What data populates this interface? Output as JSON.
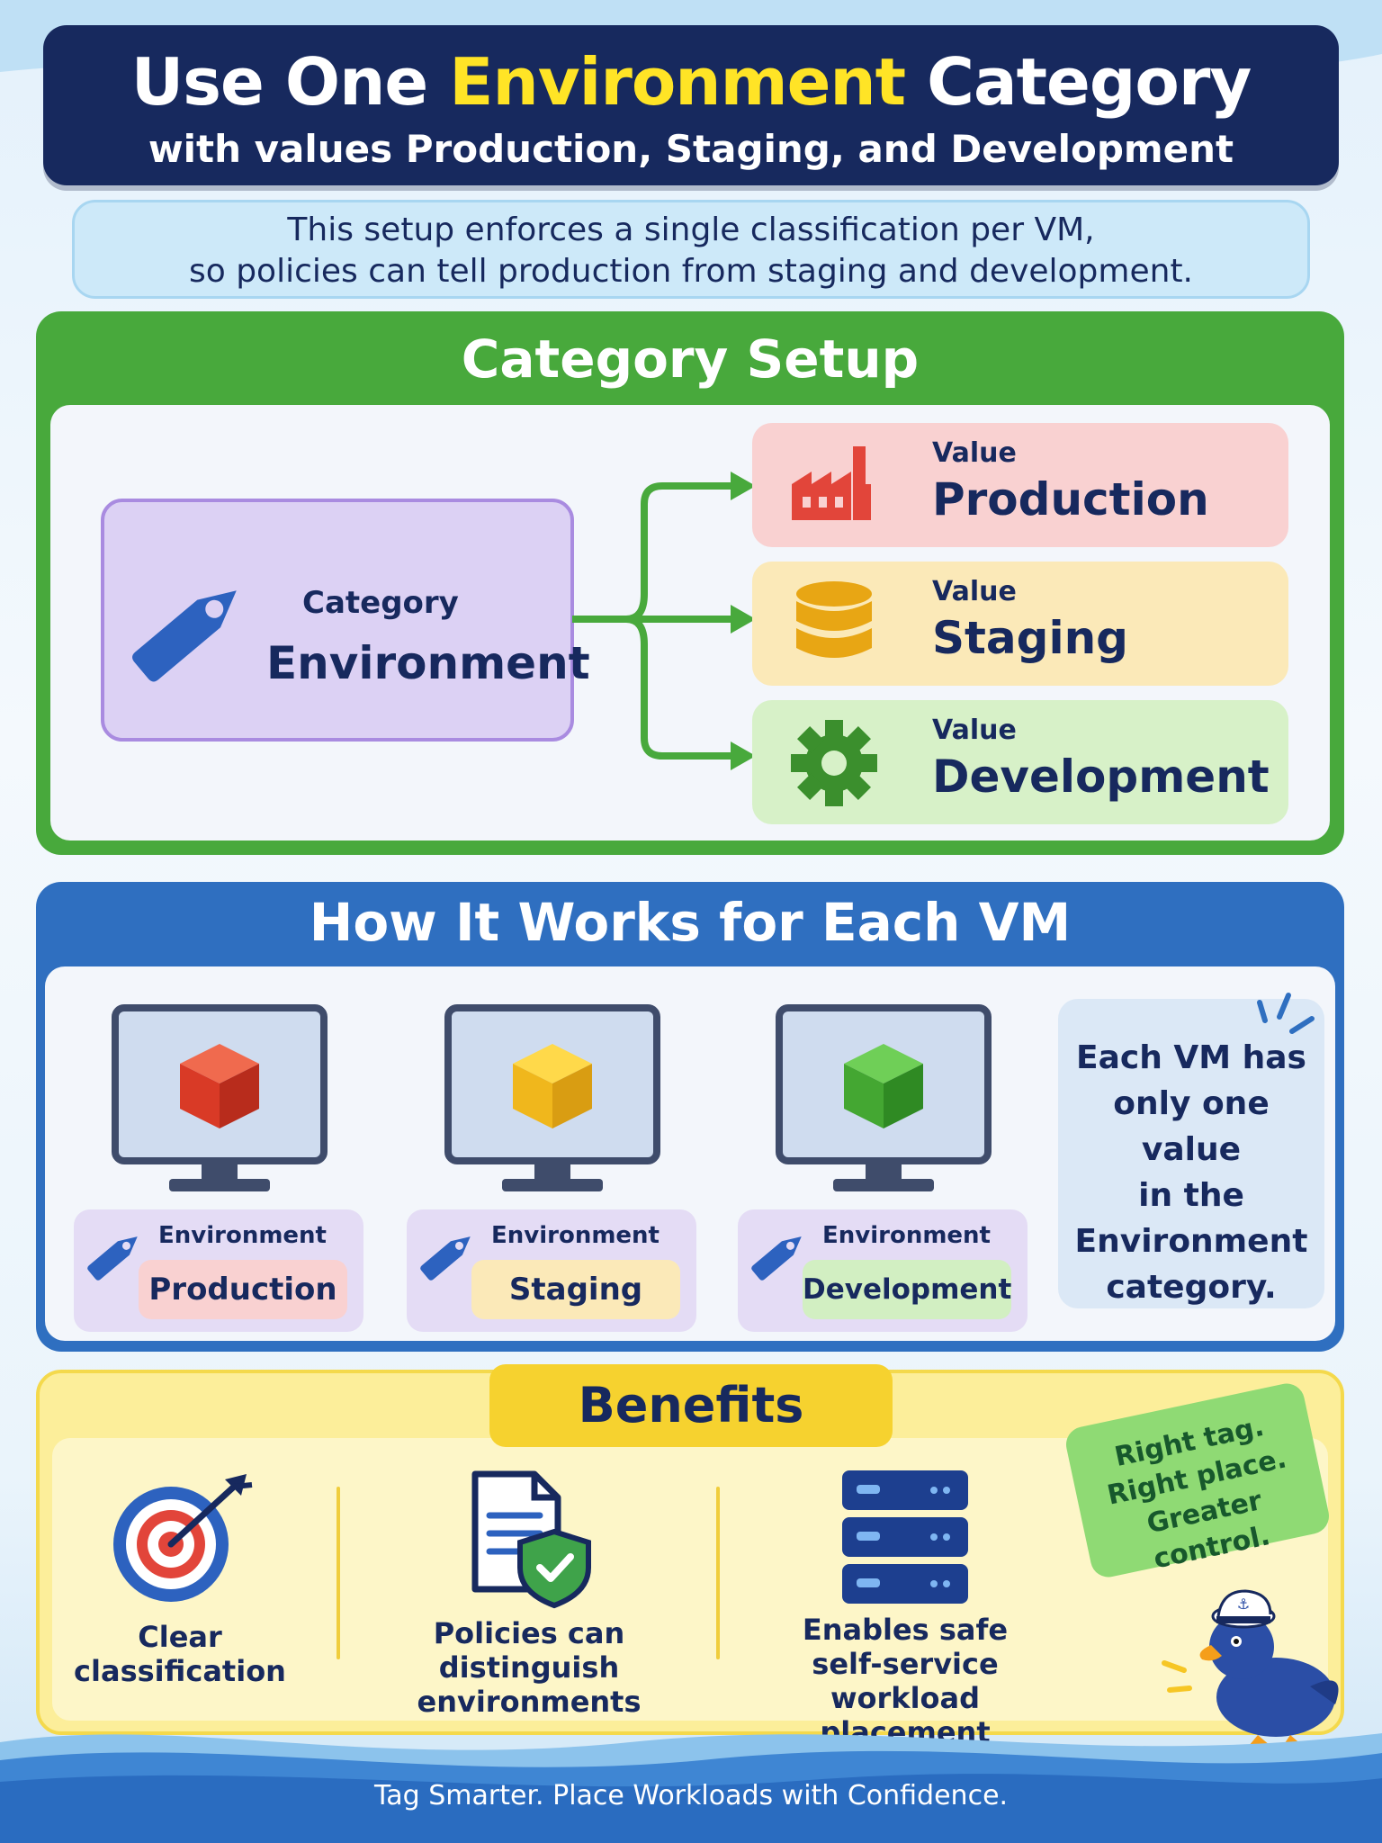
{
  "title": {
    "line1_pre": "Use One ",
    "line1_highlight": "Environment",
    "line1_post": " Category",
    "line2": "with values Production, Staging, and Development"
  },
  "intro": {
    "line1": "This setup enforces a single classification per VM,",
    "line2": "so policies can tell production from staging and development."
  },
  "category_setup": {
    "heading": "Category Setup",
    "category_label": "Category",
    "category_name": "Environment",
    "values": [
      {
        "label": "Value",
        "name": "Production",
        "icon": "factory-icon",
        "color": "#e2453a"
      },
      {
        "label": "Value",
        "name": "Staging",
        "icon": "database-icon",
        "color": "#e8b21a"
      },
      {
        "label": "Value",
        "name": "Development",
        "icon": "gear-icon",
        "color": "#3b9a2f"
      }
    ]
  },
  "how_it_works": {
    "heading": "How It Works for Each VM",
    "vms": [
      {
        "tag_label": "Environment",
        "value": "Production",
        "cube_color": "#e2453a"
      },
      {
        "tag_label": "Environment",
        "value": "Staging",
        "cube_color": "#f0c024"
      },
      {
        "tag_label": "Environment",
        "value": "Development",
        "cube_color": "#4cae3c"
      }
    ],
    "note": [
      "Each VM has",
      "only one value",
      "in the",
      "Environment",
      "category."
    ]
  },
  "benefits": {
    "heading": "Benefits",
    "items": [
      {
        "lines": [
          "Clear",
          "classification"
        ],
        "icon": "target-icon"
      },
      {
        "lines": [
          "Policies can",
          "distinguish environments"
        ],
        "icon": "policy-shield-icon"
      },
      {
        "lines": [
          "Enables safe",
          "self-service workload",
          "placement"
        ],
        "icon": "server-icon"
      }
    ],
    "slogan": [
      "Right tag.",
      "Right place.",
      "Greater control."
    ]
  },
  "footer": "Tag Smarter. Place Workloads with Confidence.",
  "colors": {
    "navy": "#17295e",
    "green": "#48a93c",
    "blue": "#2f6fc0",
    "yellow": "#f6d22f"
  }
}
